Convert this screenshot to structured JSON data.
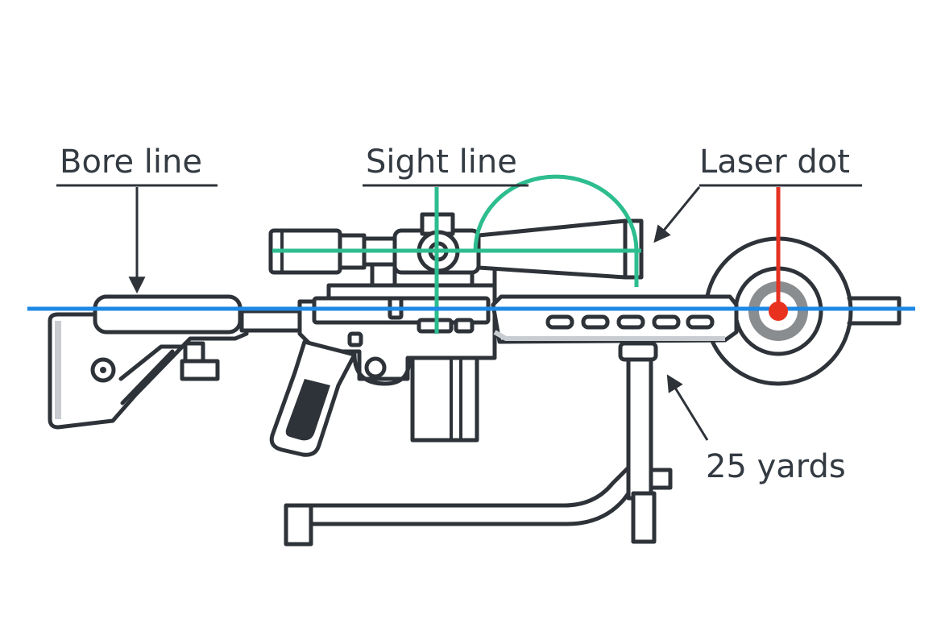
{
  "labels": {
    "bore_line": "Bore line",
    "sight_line": "Sight line",
    "laser_dot": "Laser dot",
    "distance": "25 yards"
  },
  "colors": {
    "bore_line": "#1e88e5",
    "sight_line": "#2dbd8f",
    "laser_line": "#e53222",
    "laser_dot": "#e8321f",
    "outline": "#2e3339",
    "target_ring": "#8a8d90"
  },
  "icons": {
    "rifle": "rifle-icon",
    "scope": "scope-icon",
    "target": "target-icon",
    "bipod": "bipod-icon"
  }
}
